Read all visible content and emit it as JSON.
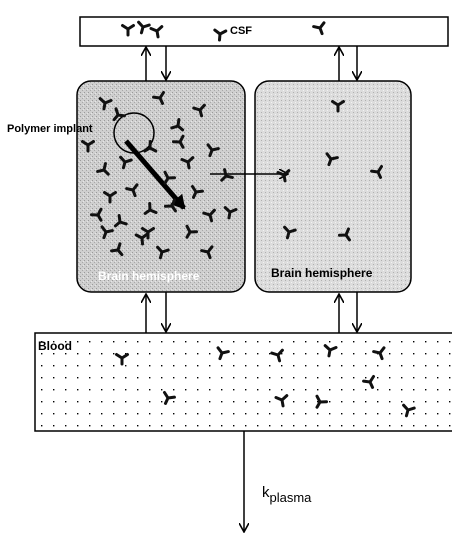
{
  "labels": {
    "csf": "CSF",
    "polymer_implant": "Polymer implant",
    "hemisphere_left": "Brain hemisphere",
    "hemisphere_right": "Brain hemisphere",
    "blood": "Blood",
    "k_main": "k",
    "k_sub": "plasma"
  },
  "colors": {
    "stroke": "#000000",
    "hemisphere_fill": "#c9c9c9",
    "box_fill": "#ffffff",
    "dot": "#000000"
  },
  "icons": {
    "molecule": "y-shaped-molecule-icon",
    "implant": "polymer-implant-circle-icon"
  }
}
